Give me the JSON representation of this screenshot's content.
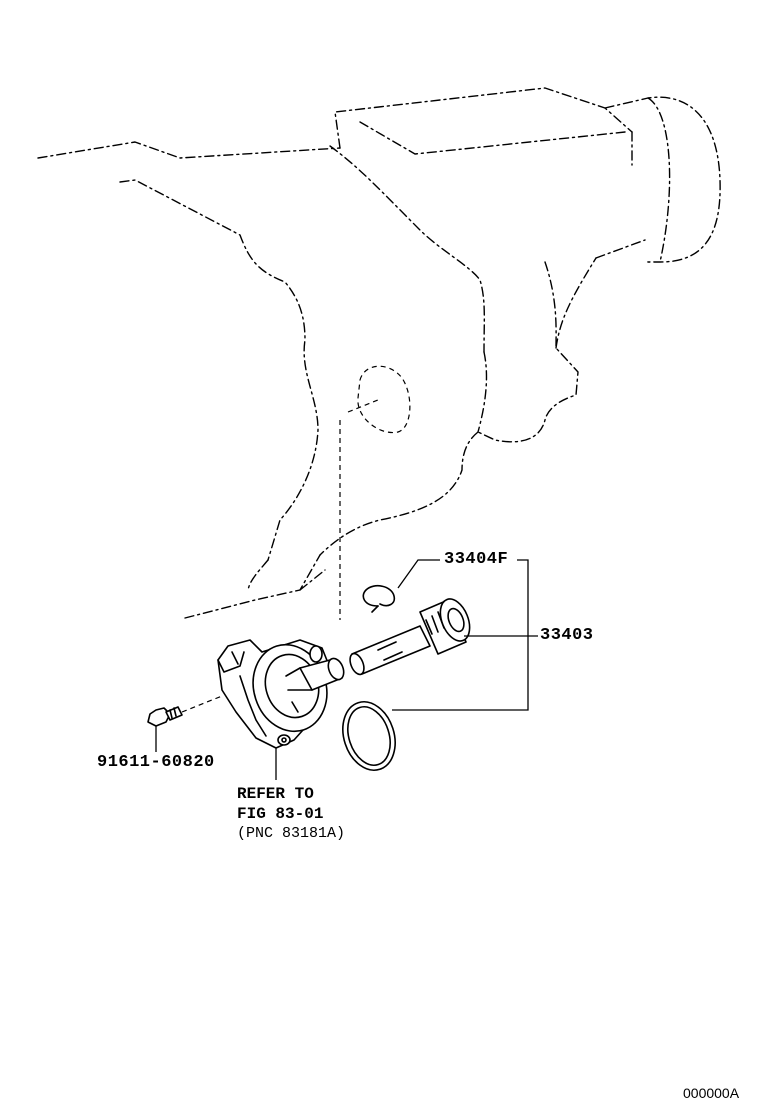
{
  "parts": {
    "p33404f": "33404F",
    "p33403": "33403",
    "p91611": "91611-60820"
  },
  "reference": {
    "line1": "REFER TO",
    "line2": "FIG 83-01",
    "line3": "(PNC 83181A)"
  },
  "illustration_code": "000000A"
}
